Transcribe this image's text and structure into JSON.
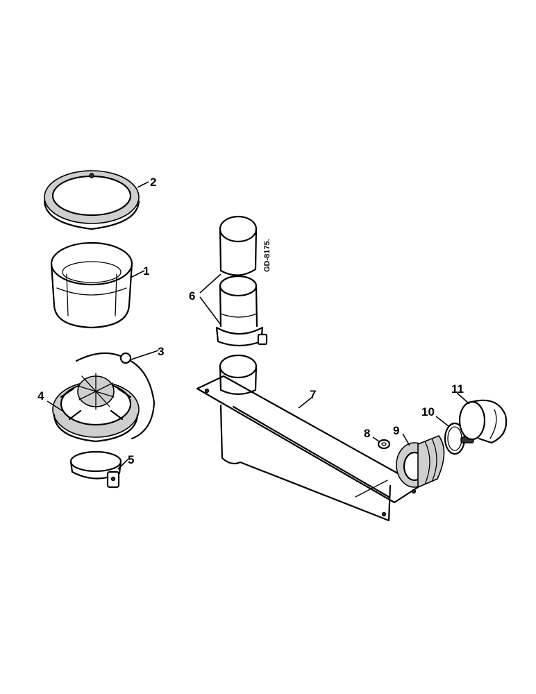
{
  "drawing_ref": "GD-8175.",
  "callouts": [
    {
      "id": "1",
      "text": "1"
    },
    {
      "id": "2",
      "text": "2"
    },
    {
      "id": "3",
      "text": "3"
    },
    {
      "id": "4",
      "text": "4"
    },
    {
      "id": "5",
      "text": "5"
    },
    {
      "id": "6",
      "text": "6"
    },
    {
      "id": "7",
      "text": "7"
    },
    {
      "id": "8",
      "text": "8"
    },
    {
      "id": "9",
      "text": "9"
    },
    {
      "id": "10",
      "text": "10"
    },
    {
      "id": "11",
      "text": "11"
    }
  ]
}
